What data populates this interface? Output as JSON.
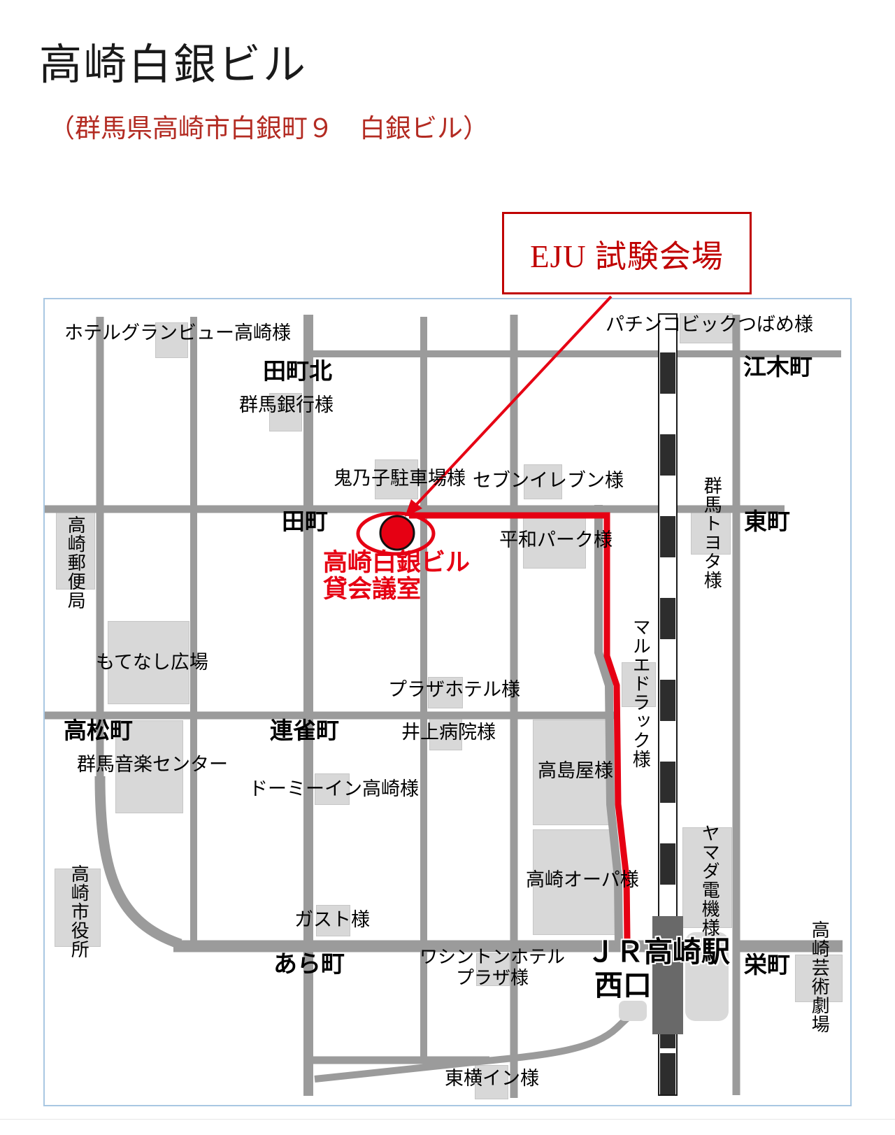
{
  "page": {
    "title": "高崎白銀ビル",
    "subtitle": "（群馬県高崎市白銀町９　白銀ビル）"
  },
  "callout": {
    "label": "EJU 試験会場"
  },
  "map": {
    "venue": {
      "line1": "高崎白銀ビル",
      "line2": "貸会議室"
    },
    "districts": {
      "tamachi_kita": "田町北",
      "tamachi": "田町",
      "egimachi": "江木町",
      "azumamachi": "東町",
      "takamatsucho": "高松町",
      "renjakucho": "連雀町",
      "aramachi": "あら町",
      "sakaemachi": "栄町"
    },
    "landmarks": {
      "hotel_grandview": "ホテルグランビュー高崎様",
      "gunma_bank": "群馬銀行様",
      "pachinko_big_tsubame": "パチンコビックつばめ様",
      "oninoko_parking": "鬼乃子駐車場様",
      "seven_eleven": "セブンイレブン様",
      "post_office": "高崎郵便局",
      "heiwa_park": "平和パーク様",
      "gunma_toyota": "群馬トヨタ様",
      "marue_drug": "マルエドラック様",
      "motenashi_hiroba": "もてなし広場",
      "plaza_hotel": "プラザホテル様",
      "inoue_hospital": "井上病院様",
      "gunma_music_center": "群馬音楽センター",
      "dormy_inn": "ドーミーイン高崎様",
      "takashimaya": "高島屋様",
      "takasaki_opa": "高崎オーパ様",
      "yamada_denki": "ヤマダ電機様",
      "city_hall": "高崎市役所",
      "gusto": "ガスト様",
      "washington_hotel_line1": "ワシントンホテル",
      "washington_hotel_line2": "プラザ様",
      "jr_takasaki_station": "ＪＲ高崎駅",
      "nishiguchi": "西口",
      "arts_theater": "高崎芸術劇場",
      "toyoko_inn": "東横イン様"
    },
    "colors": {
      "map_red": "#e60013",
      "header_red": "#b32b22",
      "callout_red": "#c00000",
      "road_gray": "#9b9b9b",
      "building_gray": "#d8d8d8",
      "railway_black": "#2d2d2d",
      "station_gray": "#696969",
      "frame_blue": "#a9c7e2"
    }
  }
}
